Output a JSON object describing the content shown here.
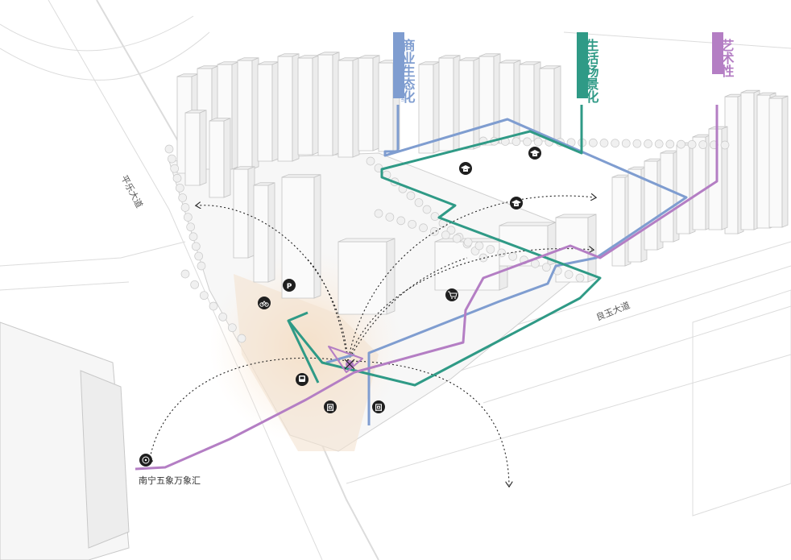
{
  "legend": {
    "business": {
      "title": "商业生态化",
      "subtitle": "Business Ecologicalization",
      "color": "#7f9dd0"
    },
    "life": {
      "title": "生活场景化",
      "subtitle": "Life Scenarization",
      "color": "#2f9a86"
    },
    "art": {
      "title": "艺术性",
      "subtitle": "Artistry",
      "color": "#b47ec4"
    }
  },
  "roads": {
    "pingle": "平乐大道",
    "liangyu": "良玉大道"
  },
  "places": {
    "mall": "南宁五象万象汇"
  },
  "icons": [
    "graduation-cap-icon",
    "graduation-cap-icon",
    "graduation-cap-icon",
    "parking-icon",
    "bicycle-icon",
    "shopping-cart-icon",
    "bus-icon",
    "metro-icon",
    "metro-icon",
    "cinema-icon"
  ],
  "icon_glyphs": {
    "parking": "P",
    "metro": "回"
  }
}
